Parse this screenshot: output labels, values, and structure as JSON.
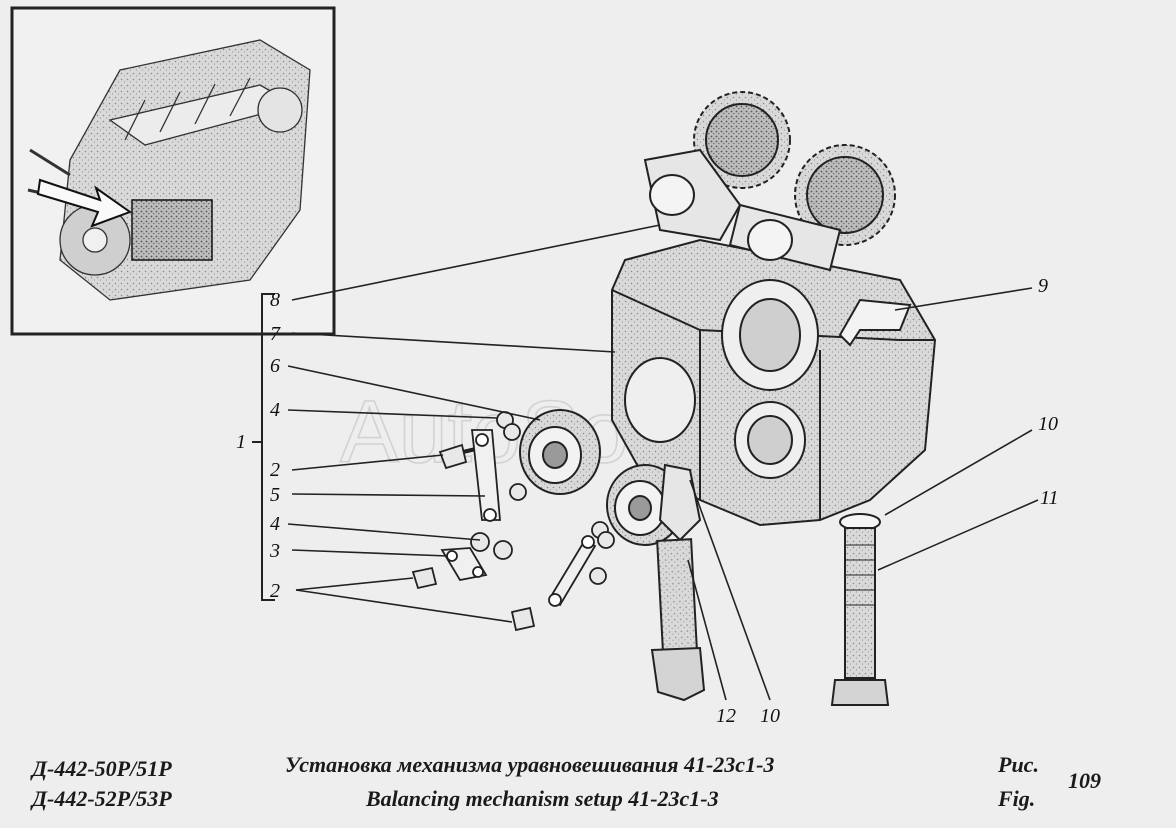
{
  "watermark": "AutoSoft",
  "callouts": {
    "c1": "1",
    "c2a": "2",
    "c2b": "2",
    "c3": "3",
    "c4a": "4",
    "c4b": "4",
    "c5": "5",
    "c6": "6",
    "c7": "7",
    "c8": "8",
    "c9": "9",
    "c10a": "10",
    "c10b": "10",
    "c11": "11",
    "c12": "12"
  },
  "caption": {
    "model_line1": "Д-442-50Р/51Р",
    "model_line2": "Д-442-52Р/53Р",
    "title_ru": "Установка механизма уравновешивания 41-23с1-3",
    "title_en": "Balancing mechanism setup 41-23с1-3",
    "fig_ru": "Рис.",
    "fig_en": "Fig.",
    "fig_number": "109"
  }
}
